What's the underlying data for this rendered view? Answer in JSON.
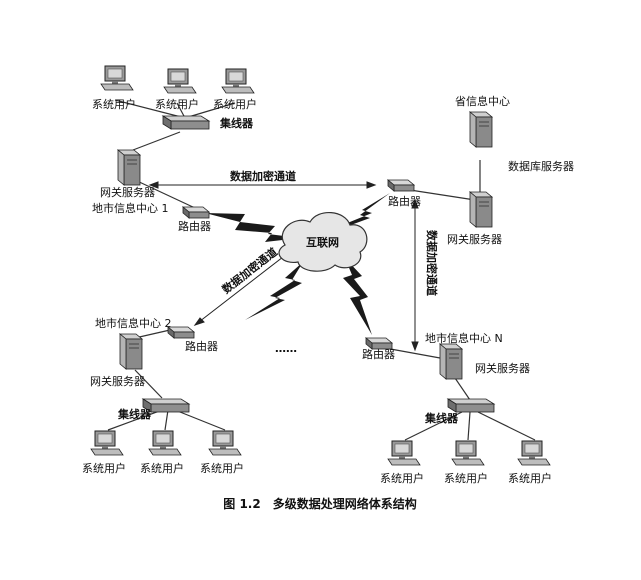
{
  "diagram": {
    "caption": "图 1.2　多级数据处理网络体系结构",
    "center": "互联网",
    "dots": "……",
    "labels": {
      "user": "系统用户",
      "hub": "集线器",
      "gateway": "网关服务器",
      "router": "路由器",
      "db_server": "数据库服务器",
      "encrypted_channel": "数据加密通道"
    },
    "sites": {
      "city1": "地市信息中心 1",
      "city2": "地市信息中心 2",
      "cityN": "地市信息中心 N",
      "province": "省信息中心"
    }
  }
}
